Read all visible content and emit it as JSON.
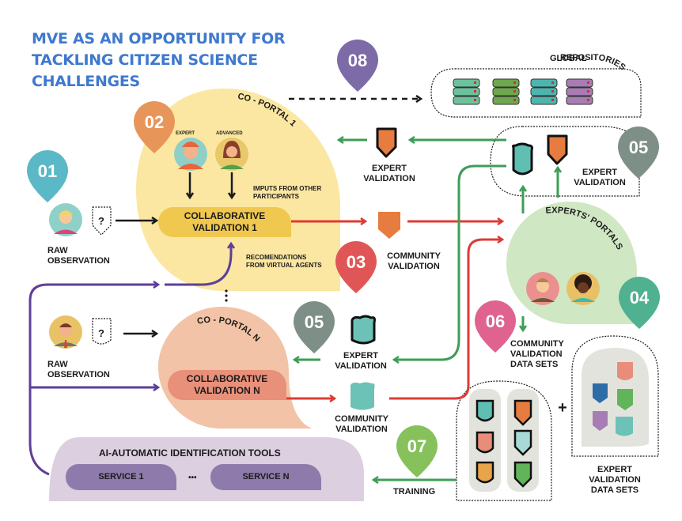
{
  "title": {
    "line1": "MVE AS AN OPPORTUNITY FOR",
    "line2": "TACKLING CITIZEN SCIENCE",
    "line3": "CHALLENGES"
  },
  "markers": {
    "m01": "01",
    "m02": "02",
    "m03": "03",
    "m04": "04",
    "m05a": "05",
    "m05b": "05",
    "m06": "06",
    "m07": "07",
    "m08": "08"
  },
  "colors": {
    "title": "#3f79cf",
    "m01": "#5bb8c7",
    "m02": "#e8955a",
    "m03": "#e05656",
    "m04": "#4fb18f",
    "m05": "#7e8f88",
    "m06": "#e0628e",
    "m07": "#86c15c",
    "m08": "#7d6ba8",
    "portal1": "#fbe7a1",
    "portalN": "#f2c3a6",
    "expertsPortals": "#d0e7c4",
    "aiTools": "#dccfe0",
    "service": "#8e7bab",
    "arrowGreen": "#3e9d57",
    "arrowRed": "#de3b34",
    "arrowPurple": "#5e3f97"
  },
  "global_repositories": {
    "label_line1": "GLOBAL",
    "label_line2": "REPOSITORIES",
    "server_colors": [
      "#6cc29c",
      "#6ea84e",
      "#4cb5ae",
      "#a77db3"
    ]
  },
  "co_portal_1": {
    "title": "CO - PORTAL 1",
    "expert_label": "EXPERT",
    "advanced_label": "ADVANCED",
    "inputs_note": "IMPUTS FROM OTHER PARTICIPANTS",
    "inputs_line1": "IMPUTS FROM OTHER",
    "inputs_line2": "PARTICIPANTS",
    "collab_line1": "COLLABORATIVE",
    "collab_line2": "VALIDATION 1",
    "recs_line1": "RECOMENDATIONS",
    "recs_line2": "FROM VIRTUAL AGENTS"
  },
  "co_portal_n": {
    "title": "CO - PORTAL N",
    "collab_line1": "COLLABORATIVE",
    "collab_line2": "VALIDATION N"
  },
  "raw_observation_1": {
    "line1": "RAW",
    "line2": "OBSERVATION",
    "badge": "?"
  },
  "raw_observation_2": {
    "line1": "RAW",
    "line2": "OBSERVATION",
    "badge": "?"
  },
  "expert_validation_top": {
    "line1": "EXPERT",
    "line2": "VALIDATION"
  },
  "expert_validation_box": {
    "line1": "EXPERT",
    "line2": "VALIDATION"
  },
  "community_validation_1": {
    "line1": "COMMUNITY",
    "line2": "VALIDATION"
  },
  "expert_validation_n": {
    "line1": "EXPERT",
    "line2": "VALIDATION"
  },
  "community_validation_n": {
    "line1": "COMMUNITY",
    "line2": "VALIDATION"
  },
  "experts_portals": {
    "title": "EXPERTS' PORTALS"
  },
  "community_datasets": {
    "line1": "COMMUNITY",
    "line2": "VALIDATION",
    "line3": "DATA SETS"
  },
  "expert_datasets": {
    "line1": "EXPERT",
    "line2": "VALIDATION",
    "line3": "DATA SETS"
  },
  "plus_sign": "+",
  "ai_tools": {
    "title": "AI-AUTOMATIC IDENTIFICATION TOOLS",
    "service1": "SERVICE 1",
    "ellipsis": "•••",
    "serviceN": "SERVICE N"
  },
  "training_label": "TRAINING"
}
